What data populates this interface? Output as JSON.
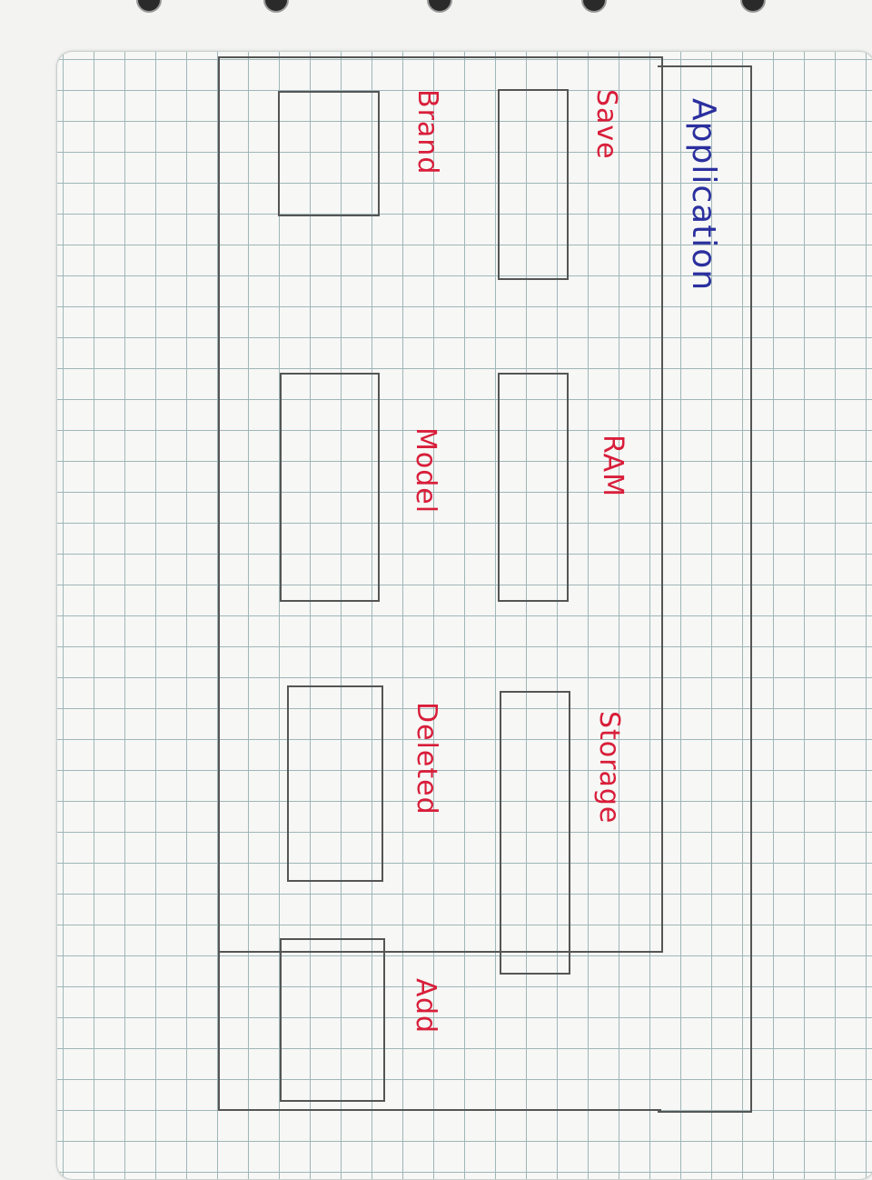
{
  "app": {
    "title": "Application"
  },
  "buttons": {
    "save_label": "Save",
    "add_label": "Add"
  },
  "fields": {
    "brand_label": "Brand",
    "ram_label": "RAM",
    "model_label": "Model",
    "storage_label": "Storage",
    "deleted_label": "Deleted"
  }
}
